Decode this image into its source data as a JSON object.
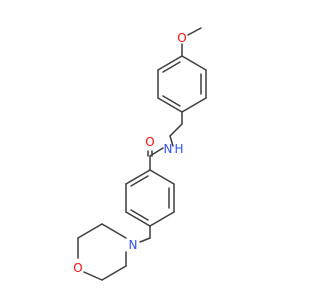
{
  "molecule": {
    "atoms": {
      "methoxy_oxygen": {
        "label": "O",
        "color": "#ff0d0d"
      },
      "amide_nitrogen": {
        "label": "N",
        "color": "#3050f8"
      },
      "amide_hydrogen": {
        "label": "H",
        "color": "#3050f8"
      },
      "carbonyl_oxygen": {
        "label": "O",
        "color": "#ff0d0d"
      },
      "morpholine_nitrogen": {
        "label": "N",
        "color": "#3050f8"
      },
      "morpholine_oxygen": {
        "label": "O",
        "color": "#ff0d0d"
      }
    },
    "bond_color": "#3c3c3c"
  }
}
